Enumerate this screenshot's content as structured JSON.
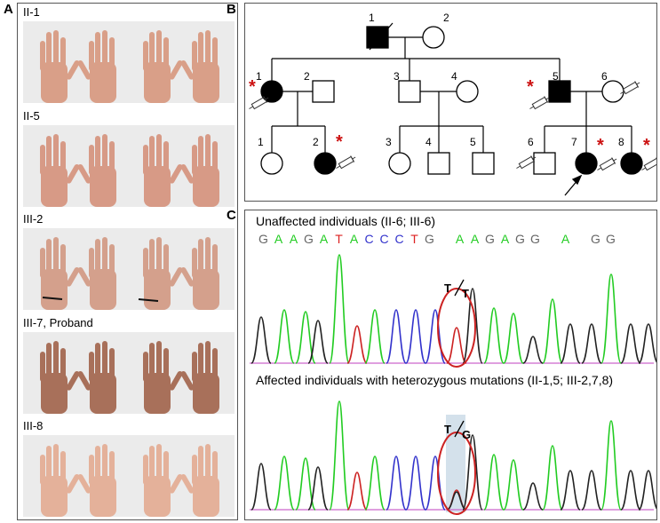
{
  "panels": {
    "a": "A",
    "b": "B",
    "c": "C"
  },
  "hands": [
    {
      "label": "II-1",
      "skin": "#d99f88"
    },
    {
      "label": "II-5",
      "skin": "#d79a86"
    },
    {
      "label": "III-2",
      "skin": "#d4a08c"
    },
    {
      "label": "III-7, Proband",
      "skin": "#a8705a"
    },
    {
      "label": "III-8",
      "skin": "#e4b19a"
    }
  ],
  "pedigree": {
    "gen1": [
      {
        "n": "1"
      },
      {
        "n": "2"
      }
    ],
    "gen2": [
      {
        "n": "1"
      },
      {
        "n": "2"
      },
      {
        "n": "3"
      },
      {
        "n": "4"
      },
      {
        "n": "5"
      },
      {
        "n": "6"
      }
    ],
    "gen3": [
      {
        "n": "1"
      },
      {
        "n": "2"
      },
      {
        "n": "3"
      },
      {
        "n": "4"
      },
      {
        "n": "5"
      },
      {
        "n": "6"
      },
      {
        "n": "7"
      },
      {
        "n": "8"
      }
    ],
    "mark": "*"
  },
  "chromatogram": {
    "unaffected_title": "Unaffected individuals (II-6; III-6)",
    "affected_title": "Affected individuals with heterozygous mutations (II-1,5; III-2,7,8)",
    "sequence": [
      {
        "b": "G",
        "c": "#666666"
      },
      {
        "b": "A",
        "c": "#22cc22"
      },
      {
        "b": "A",
        "c": "#22cc22"
      },
      {
        "b": "G",
        "c": "#666666"
      },
      {
        "b": "A",
        "c": "#22cc22"
      },
      {
        "b": "T",
        "c": "#dd2222"
      },
      {
        "b": "A",
        "c": "#22cc22"
      },
      {
        "b": "C",
        "c": "#3333cc"
      },
      {
        "b": "C",
        "c": "#3333cc"
      },
      {
        "b": "C",
        "c": "#3333cc"
      },
      {
        "b": "T",
        "c": "#dd2222"
      },
      {
        "b": "G",
        "c": "#666666"
      },
      {
        "b": " ",
        "c": "#666666"
      },
      {
        "b": "A",
        "c": "#22cc22"
      },
      {
        "b": "A",
        "c": "#22cc22"
      },
      {
        "b": "G",
        "c": "#666666"
      },
      {
        "b": "A",
        "c": "#22cc22"
      },
      {
        "b": "G",
        "c": "#666666"
      },
      {
        "b": "G",
        "c": "#666666"
      },
      {
        "b": " ",
        "c": "#666666"
      },
      {
        "b": "A",
        "c": "#22cc22"
      },
      {
        "b": " ",
        "c": "#666666"
      },
      {
        "b": "G",
        "c": "#666666"
      },
      {
        "b": "G",
        "c": "#666666"
      }
    ],
    "wt_label_a": "T",
    "wt_label_b": "T",
    "mut_label_a": "T",
    "mut_label_b": "G",
    "colors": {
      "A": "#22cc22",
      "C": "#3333cc",
      "G": "#222222",
      "T": "#cc2222",
      "circle": "#cc2222"
    }
  }
}
